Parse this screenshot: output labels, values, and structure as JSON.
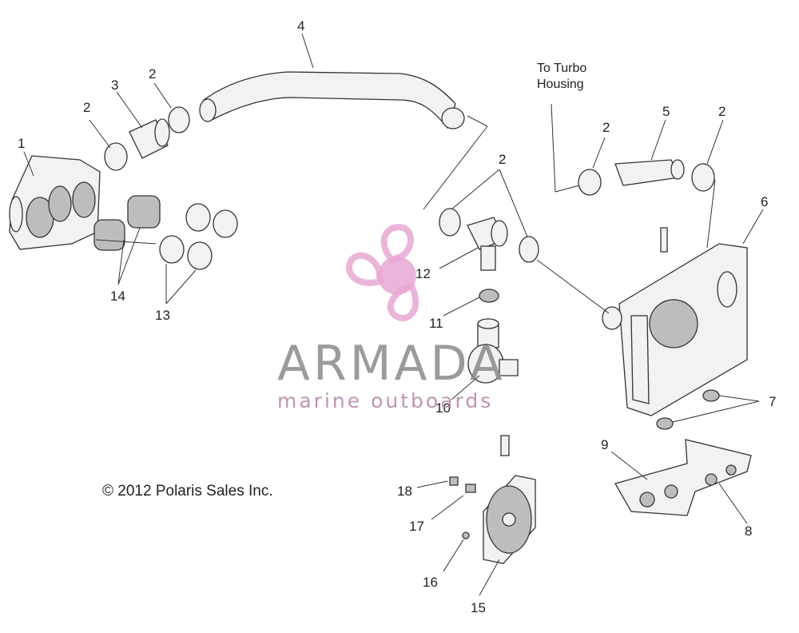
{
  "labels": {
    "l1": "1",
    "l2a": "2",
    "l2b": "2",
    "l2c": "2",
    "l2d": "2",
    "l2e": "2",
    "l3": "3",
    "l4": "4",
    "l5": "5",
    "l6": "6",
    "l7": "7",
    "l8": "8",
    "l9": "9",
    "l10": "10",
    "l11": "11",
    "l12": "12",
    "l13": "13",
    "l14": "14",
    "l15": "15",
    "l16": "16",
    "l17": "17",
    "l18": "18"
  },
  "note": {
    "line1": "To Turbo",
    "line2": "Housing"
  },
  "copyright": "© 2012 Polaris Sales Inc.",
  "watermark": {
    "title": "ARMADA",
    "subtitle": "marine outboards",
    "accent": "#e7a8d2"
  }
}
